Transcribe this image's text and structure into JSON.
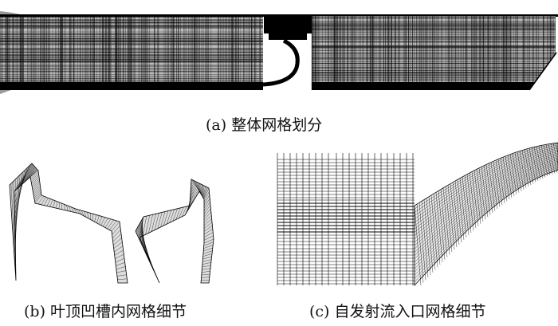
{
  "captions": {
    "a": "(a) 整体网格划分",
    "b": "(b) 叶顶凹槽内网格细节",
    "c": "(c) 自发射流入口网格细节"
  },
  "colors": {
    "mesh": "#000000",
    "background": "#ffffff"
  }
}
